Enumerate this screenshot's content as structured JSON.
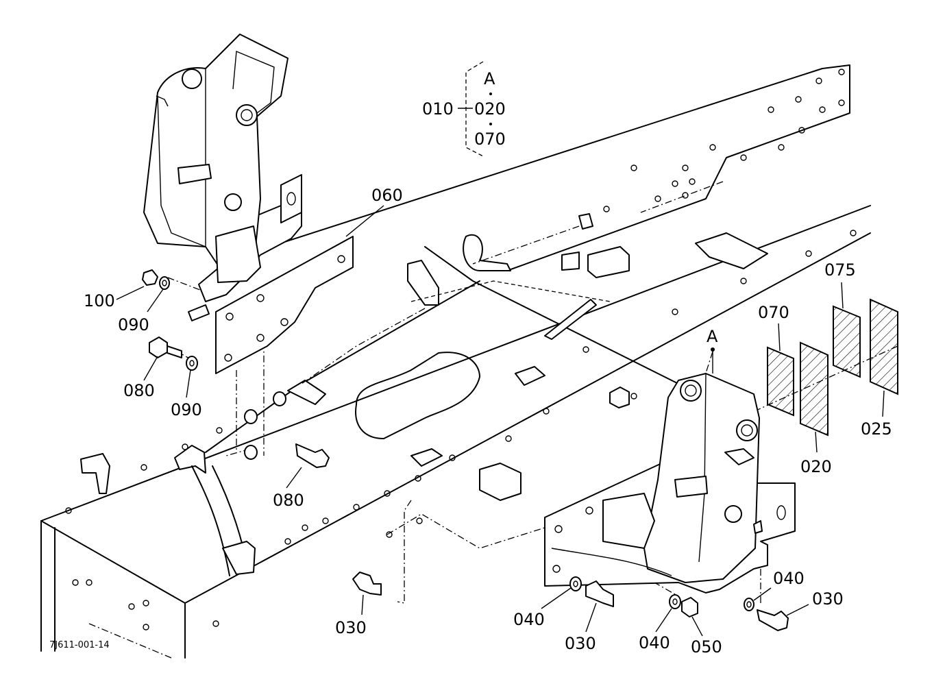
{
  "diagram": {
    "drawing_code": "7J611-001-14",
    "group": {
      "id": "010",
      "items": [
        "A",
        "020",
        "070"
      ]
    },
    "reference_marker": "A",
    "callouts": [
      {
        "id": "c060",
        "label": "060"
      },
      {
        "id": "c100",
        "label": "100"
      },
      {
        "id": "c090a",
        "label": "090"
      },
      {
        "id": "c080a",
        "label": "080"
      },
      {
        "id": "c090b",
        "label": "090"
      },
      {
        "id": "c080b",
        "label": "080"
      },
      {
        "id": "c030a",
        "label": "030"
      },
      {
        "id": "c040a",
        "label": "040"
      },
      {
        "id": "c030b",
        "label": "030"
      },
      {
        "id": "c040b",
        "label": "040"
      },
      {
        "id": "c050",
        "label": "050"
      },
      {
        "id": "c040c",
        "label": "040"
      },
      {
        "id": "c030c",
        "label": "030"
      },
      {
        "id": "c070",
        "label": "070"
      },
      {
        "id": "c075",
        "label": "075"
      },
      {
        "id": "c020",
        "label": "020"
      },
      {
        "id": "c025",
        "label": "025"
      }
    ]
  }
}
